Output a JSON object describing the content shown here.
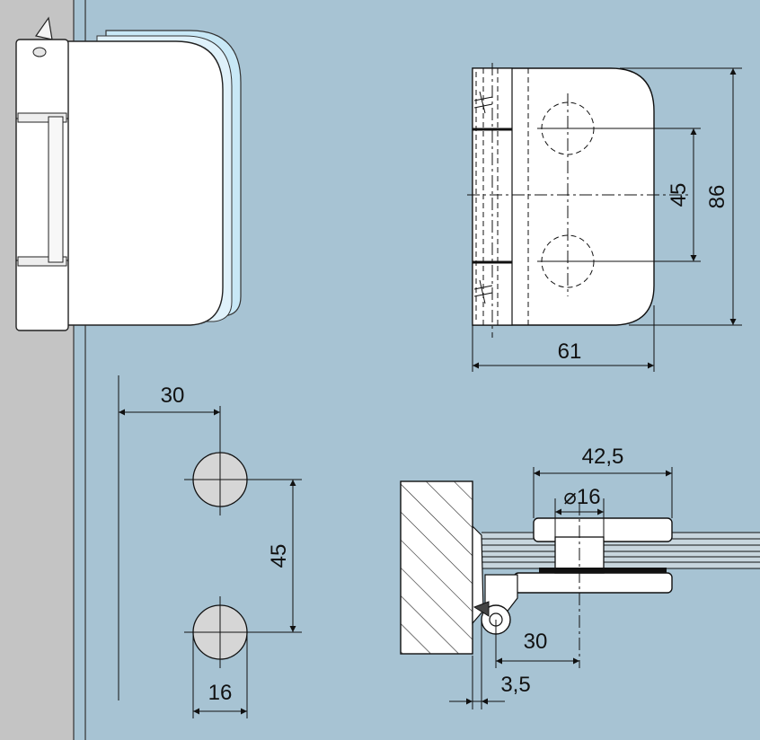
{
  "colors": {
    "background": "#a7c3d3",
    "wall": "#c4c4c4",
    "hinge_body": "#ffffff",
    "glass_edge": "#c8e8f6",
    "hole_fill": "#d6d6d6",
    "line": "#111111"
  },
  "front_view": {
    "dim_width": "61",
    "dim_hole_spacing": "45",
    "dim_height": "86"
  },
  "glass_drilling": {
    "dim_edge_to_center": "30",
    "dim_hole_spacing": "45",
    "dim_hole_diameter": "16"
  },
  "side_section": {
    "dim_plate_length": "42,5",
    "dim_hole_diameter": "⌀16",
    "dim_axis_to_center": "30",
    "dim_gap": "3,5"
  }
}
